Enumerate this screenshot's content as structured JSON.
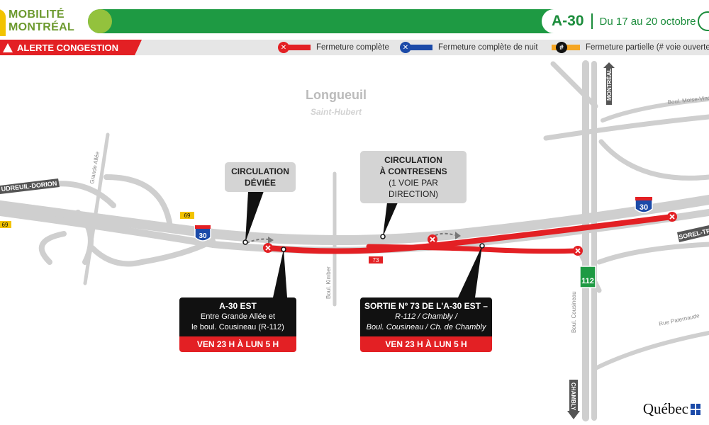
{
  "logo": {
    "line1": "MOBILITÉ",
    "line2": "MONTRÉAL",
    "color": "#6d9a2f"
  },
  "banner": {
    "highway": "A-30",
    "dates": "Du 17 au 20 octobre",
    "color": "#1e9a43"
  },
  "alert": {
    "label": "ALERTE CONGESTION",
    "color": "#e32024"
  },
  "legend": {
    "full": {
      "label": "Fermeture complète",
      "color": "#e32024"
    },
    "night": {
      "label": "Fermeture complète de nuit",
      "color": "#1b4aa8"
    },
    "partial": {
      "label": "Fermeture partielle (# voie ouverte)",
      "glyph": "#",
      "color": "#f5a623"
    }
  },
  "map": {
    "city": "Longueuil",
    "borough": "Saint-Hubert",
    "roads": {
      "grande_allee": "Grande Allée",
      "boul_kimber": "Boul. Kimber",
      "boul_cousineau": "Boul. Cousineau",
      "boul_moise_vincent": "Boul. Moïse-Vinc",
      "rue_paternaude": "Rue Paternaude"
    },
    "directions": {
      "vaudreuil": "UDREUIL-DORION",
      "montreal": "MONTRÉAL",
      "sorel": "SOREL-TRA",
      "chambly": "CHAMBLY"
    },
    "shields": {
      "a30_left": "30",
      "a30_right": "30",
      "r112": "112",
      "exit69_a": "69",
      "exit69_b": "69",
      "exit73": "73"
    },
    "icons": {
      "closure": "closure-x-icon",
      "detour": "detour-arrow-icon",
      "interstate": "a30-shield-icon",
      "route": "r112-shield-icon"
    }
  },
  "callouts": {
    "deviee": {
      "line1": "CIRCULATION",
      "line2": "DÉVIÉE"
    },
    "contresens": {
      "line1": "CIRCULATION",
      "line2": "À CONTRESENS",
      "line3": "(1 VOIE PAR DIRECTION)"
    },
    "a30": {
      "title": "A-30 EST",
      "line1": "Entre Grande Allée et",
      "line2": "le boul. Cousineau (R-112)",
      "time": "VEN 23 H À LUN 5 H"
    },
    "sortie": {
      "title": "SORTIE Nº 73 DE L'A-30 EST –",
      "line1": "R-112 / Chambly /",
      "line2": "Boul. Cousineau / Ch. de Chambly",
      "time": "VEN 23 H À LUN 5 H"
    }
  },
  "footer": {
    "brand": "Québec"
  }
}
